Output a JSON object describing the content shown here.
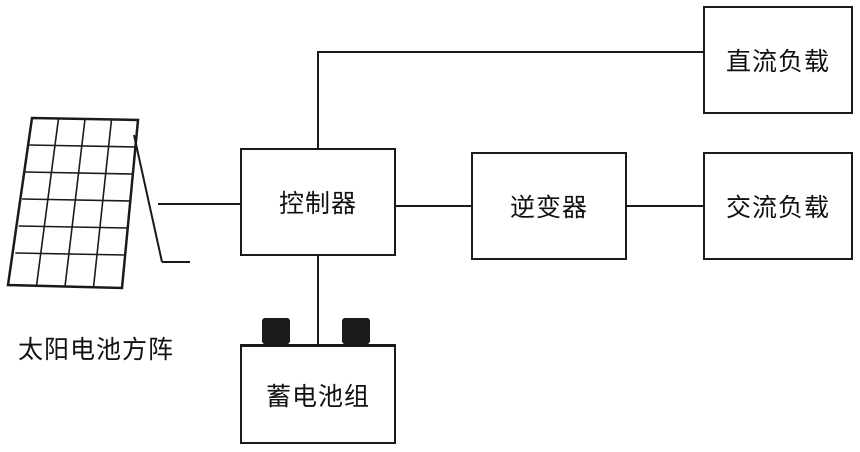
{
  "diagram": {
    "solar_array_label": "太阳电池方阵",
    "controller_label": "控制器",
    "inverter_label": "逆变器",
    "dc_load_label": "直流负载",
    "ac_load_label": "交流负载",
    "battery_label": "蓄电池组"
  },
  "colors": {
    "line": "#1a1a1a",
    "background": "#ffffff"
  }
}
